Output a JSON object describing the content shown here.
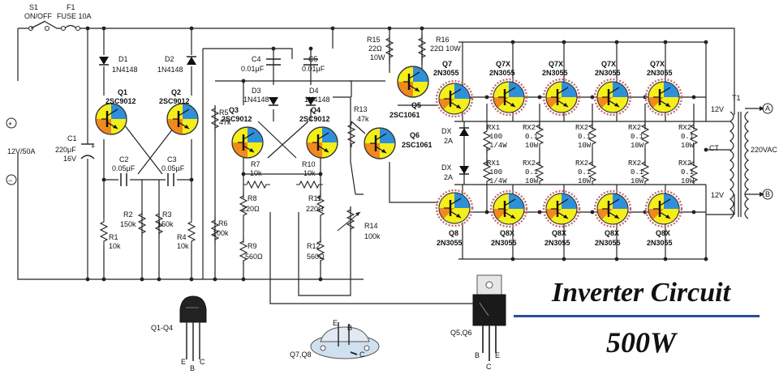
{
  "title": {
    "line1": "Inverter Circuit",
    "line2": "500W"
  },
  "labels": {
    "s1": "S1",
    "s1_desc": "ON/OFF",
    "f1": "F1",
    "f1_desc": "FUSE 10A",
    "battery": "12V/50A",
    "plus": "+",
    "minus": "−",
    "c1": "C1",
    "c1_val": "220μF",
    "c1_volt": "16V",
    "d1": "D1",
    "d1_val": "1N4148",
    "d2": "D2",
    "d2_val": "1N4148",
    "q1": "Q1",
    "q1_val": "2SC9012",
    "q2": "Q2",
    "q2_val": "2SC9012",
    "c2": "C2",
    "c2_val": "0.05μF",
    "c3": "C3",
    "c3_val": "0.05μF",
    "r1": "R1",
    "r1_val": "10k",
    "r2": "R2",
    "r2_val": "150k",
    "r3": "R3",
    "r3_val": "150k",
    "r4": "R4",
    "r4_val": "10k",
    "c4": "C4",
    "c4_val": "0.01μF",
    "c5": "C5",
    "c5_val": "0.01μF",
    "d3": "D3",
    "d3_val": "1N4148",
    "d4": "D4",
    "d4_val": "1N4148",
    "r5": "R5",
    "r5_val": "47k",
    "q3": "Q3",
    "q3_val": "2SC9012",
    "q4": "Q4",
    "q4_val": "2SC9012",
    "r7": "R7",
    "r7_val": "10k",
    "r10": "R10",
    "r10_val": "10k",
    "r8": "R8",
    "r8_val": "220Ω",
    "r11": "R11",
    "r11_val": "220Ω",
    "r6": "R6",
    "r6_val": "100k",
    "r9": "R9",
    "r9_val": "560Ω",
    "r12": "R12",
    "r12_val": "560Ω",
    "r13": "R13",
    "r13_val": "47k",
    "r14": "R14",
    "r14_val": "100k",
    "r15": "R15",
    "r15_val": "22Ω",
    "r15_w": "10W",
    "r16": "R16",
    "r16_val": "22Ω 10W",
    "q5": "Q5",
    "q5_val": "2SC1061",
    "q6": "Q6",
    "q6_val": "2SC1061",
    "q7": "Q7",
    "q7_val": "2N3055",
    "q7x": "Q7X",
    "q7x_val": "2N3055",
    "q8": "Q8",
    "q8_val": "2N3055",
    "q8x": "Q8X",
    "q8x_val": "2N3055",
    "dx": "DX",
    "dx_val": "2A",
    "rx1": "RX1",
    "rx1_val": "100",
    "rx1_w": "1/4W",
    "rx2": "RX2",
    "rx2_val": "0.1",
    "rx2_w": "10W",
    "t1": "T1",
    "v12": "12V",
    "ct": "CT",
    "vac": "220VAC",
    "out_a": "A",
    "out_b": "B",
    "pkg_q1q4": "Q1-Q4",
    "pkg_q7q8": "Q7,Q8",
    "pkg_q5q6": "Q5,Q6",
    "pin_e": "E",
    "pin_b": "B",
    "pin_c": "C"
  },
  "colors": {
    "emitter_blue": "#2f8fd8",
    "base_orange": "#f08a1c",
    "collector_yellow": "#f4ee1a",
    "accent_rule": "#2a4f9a"
  }
}
